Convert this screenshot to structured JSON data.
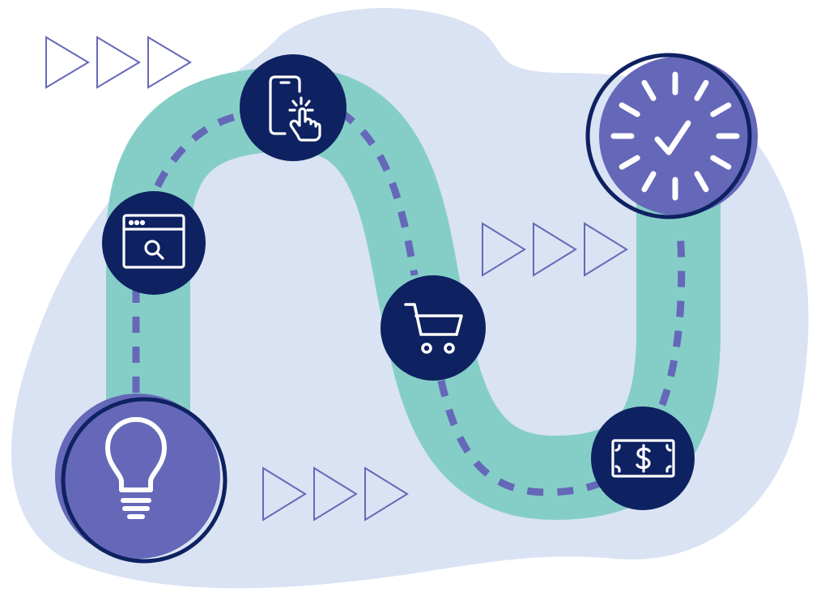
{
  "colors": {
    "background": "#ffffff",
    "blob": "#d9e3f3",
    "path": "#85cec7",
    "dashes": "#6568b8",
    "node": "#0e2161",
    "accent": "#6568b8",
    "icon_stroke": "#ffffff",
    "arrow_outline": "#6568b8"
  },
  "journey": {
    "stages": [
      {
        "id": "idea",
        "icon": "lightbulb-icon",
        "style": "accent"
      },
      {
        "id": "search",
        "icon": "browser-search-icon",
        "style": "node"
      },
      {
        "id": "tap",
        "icon": "phone-tap-icon",
        "style": "node"
      },
      {
        "id": "cart",
        "icon": "shopping-cart-icon",
        "style": "node"
      },
      {
        "id": "payment",
        "icon": "cash-dollar-icon",
        "style": "node"
      },
      {
        "id": "done",
        "icon": "clock-check-icon",
        "style": "accent"
      }
    ],
    "arrow_groups": [
      {
        "id": "top-left",
        "icon": "triangle-arrow-icon",
        "count": 3
      },
      {
        "id": "middle",
        "icon": "triangle-arrow-icon",
        "count": 3
      },
      {
        "id": "bottom",
        "icon": "triangle-arrow-icon",
        "count": 3
      }
    ]
  }
}
